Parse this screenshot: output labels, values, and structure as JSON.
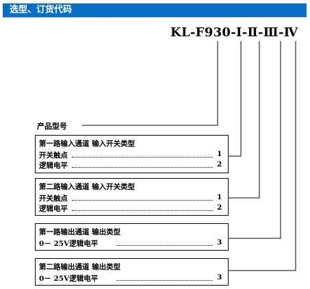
{
  "header": {
    "title": "选型、订货代码",
    "bar_color": "#0a6fc4"
  },
  "model_code": {
    "prefix": "KL-F930-",
    "parts": [
      "Ⅰ",
      "Ⅱ",
      "Ⅲ",
      "Ⅳ"
    ],
    "separator": "-"
  },
  "product_model_label": "产品型号",
  "boxes": [
    {
      "title": "第一路输入通道   输入开关类型",
      "options": [
        {
          "label": "开关触点",
          "code": "1"
        },
        {
          "label": "逻辑电平",
          "code": "2"
        }
      ]
    },
    {
      "title": "第二路输入通道   输入开关类型",
      "options": [
        {
          "label": "开关触点",
          "code": "1"
        },
        {
          "label": "逻辑电平",
          "code": "2"
        }
      ]
    },
    {
      "title": "第一路输出通道   输出类型",
      "options": [
        {
          "label": "0－ 25V逻辑电平",
          "code": "3"
        }
      ]
    },
    {
      "title": "第二路输出通道   输出类型",
      "options": [
        {
          "label": "0－ 25V逻辑电平",
          "code": "3"
        }
      ]
    }
  ]
}
